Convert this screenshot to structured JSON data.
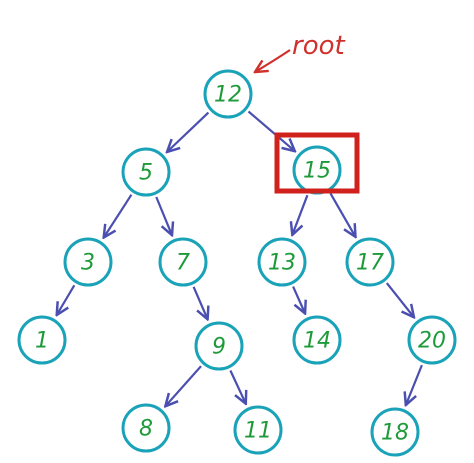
{
  "diagram": {
    "root_label": "root",
    "highlighted_node": "15",
    "colors": {
      "node_stroke": "#1aa3b8",
      "node_text": "#1f9a3a",
      "edge": "#4a4fb0",
      "root_annotation": "#d0312d",
      "highlight": "#d0211d"
    },
    "nodes": [
      {
        "id": "n12",
        "label": "12"
      },
      {
        "id": "n5",
        "label": "5"
      },
      {
        "id": "n15",
        "label": "15"
      },
      {
        "id": "n3",
        "label": "3"
      },
      {
        "id": "n7",
        "label": "7"
      },
      {
        "id": "n13",
        "label": "13"
      },
      {
        "id": "n17",
        "label": "17"
      },
      {
        "id": "n1",
        "label": "1"
      },
      {
        "id": "n9",
        "label": "9"
      },
      {
        "id": "n14",
        "label": "14"
      },
      {
        "id": "n20",
        "label": "20"
      },
      {
        "id": "n8",
        "label": "8"
      },
      {
        "id": "n11",
        "label": "11"
      },
      {
        "id": "n18",
        "label": "18"
      }
    ],
    "edges": [
      {
        "from": "n12",
        "to": "n5"
      },
      {
        "from": "n12",
        "to": "n15"
      },
      {
        "from": "n5",
        "to": "n3"
      },
      {
        "from": "n5",
        "to": "n7"
      },
      {
        "from": "n15",
        "to": "n13"
      },
      {
        "from": "n15",
        "to": "n17"
      },
      {
        "from": "n3",
        "to": "n1"
      },
      {
        "from": "n7",
        "to": "n9"
      },
      {
        "from": "n13",
        "to": "n14"
      },
      {
        "from": "n17",
        "to": "n20"
      },
      {
        "from": "n9",
        "to": "n8"
      },
      {
        "from": "n9",
        "to": "n11"
      },
      {
        "from": "n20",
        "to": "n18"
      }
    ]
  }
}
